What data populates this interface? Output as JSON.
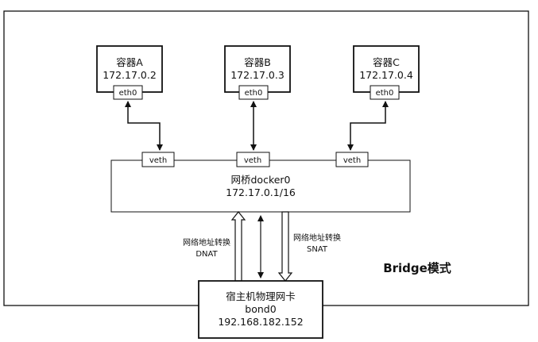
{
  "containers": [
    {
      "name": "容器A",
      "ip": "172.17.0.2",
      "iface": "eth0"
    },
    {
      "name": "容器B",
      "ip": "172.17.0.3",
      "iface": "eth0"
    },
    {
      "name": "容器C",
      "ip": "172.17.0.4",
      "iface": "eth0"
    }
  ],
  "veth_label": "veth",
  "bridge": {
    "name": "网桥docker0",
    "ip": "172.17.0.1/16"
  },
  "host": {
    "title": "宿主机物理网卡",
    "iface": "bond0",
    "ip": "192.168.182.152"
  },
  "dnat": {
    "line1": "网络地址转换",
    "line2": "DNAT"
  },
  "snat": {
    "line1": "网络地址转换",
    "line2": "SNAT"
  },
  "mode_label": "Bridge模式"
}
